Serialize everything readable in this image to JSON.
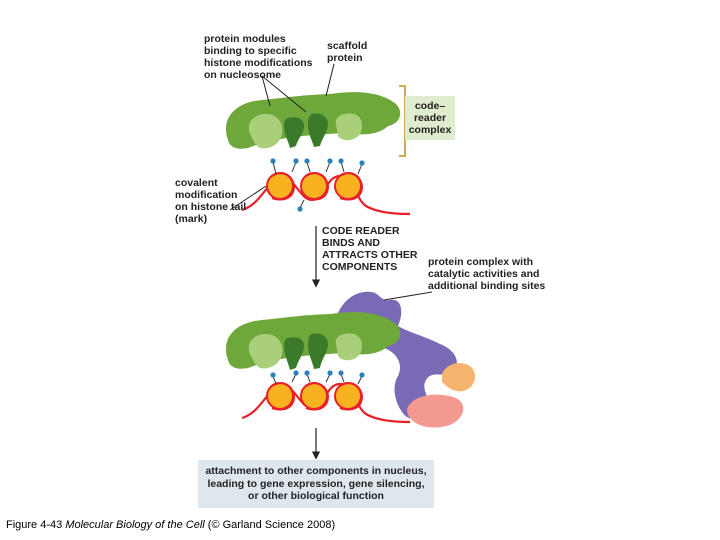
{
  "labels": {
    "protein_modules": "protein modules\nbinding to specific\nhistone modifications\non nucleosome",
    "scaffold": "scaffold\nprotein",
    "code_reader_complex": "code–\nreader\ncomplex",
    "covalent": "covalent\nmodification\non histone tail\n(mark)",
    "code_reader_binds": "CODE READER\nBINDS AND\nATTRACTS OTHER\nCOMPONENTS",
    "protein_complex": "protein complex with\ncatalytic activities and\nadditional binding sites",
    "outcome": "attachment to other components in nucleus,\nleading to gene expression, gene silencing,\nor other biological function"
  },
  "caption": {
    "prefix": "Figure 4-43 ",
    "book": "Molecular Biology of the Cell",
    "suffix": " (© Garland Science 2008)"
  },
  "colors": {
    "scaffold_green": "#6fa83a",
    "module_dark_green": "#3b7a2a",
    "module_light_green": "#a9cf7a",
    "histone_orange": "#f9b21f",
    "dna_red": "#e8202a",
    "mark_blue": "#2c7fb8",
    "complex_purple": "#7a6ab6",
    "peach": "#f6b36e",
    "salmon": "#f3998f",
    "bracket_gold": "#c9ad55",
    "label_box_green": "#dfeccd",
    "outcome_box_blue": "#dfe7ee"
  }
}
